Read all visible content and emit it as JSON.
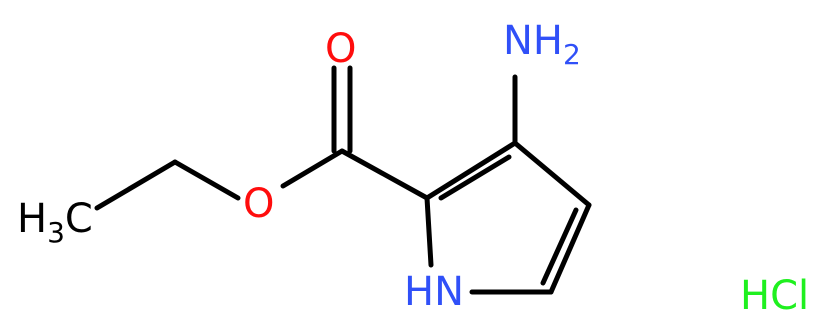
{
  "molecule": {
    "atoms": {
      "oxygen_carbonyl": "O",
      "oxygen_ester": "O",
      "amino_main": "NH",
      "amino_sub": "2",
      "nh_ring": "HN",
      "methyl_main": "H",
      "methyl_sub": "3",
      "methyl_c": "C",
      "salt": "HCl"
    },
    "colors": {
      "bond": "#000000",
      "oxygen": "#ff0d0d",
      "nitrogen": "#3050f8",
      "chlorine": "#1ff01f",
      "carbon": "#000000"
    }
  }
}
